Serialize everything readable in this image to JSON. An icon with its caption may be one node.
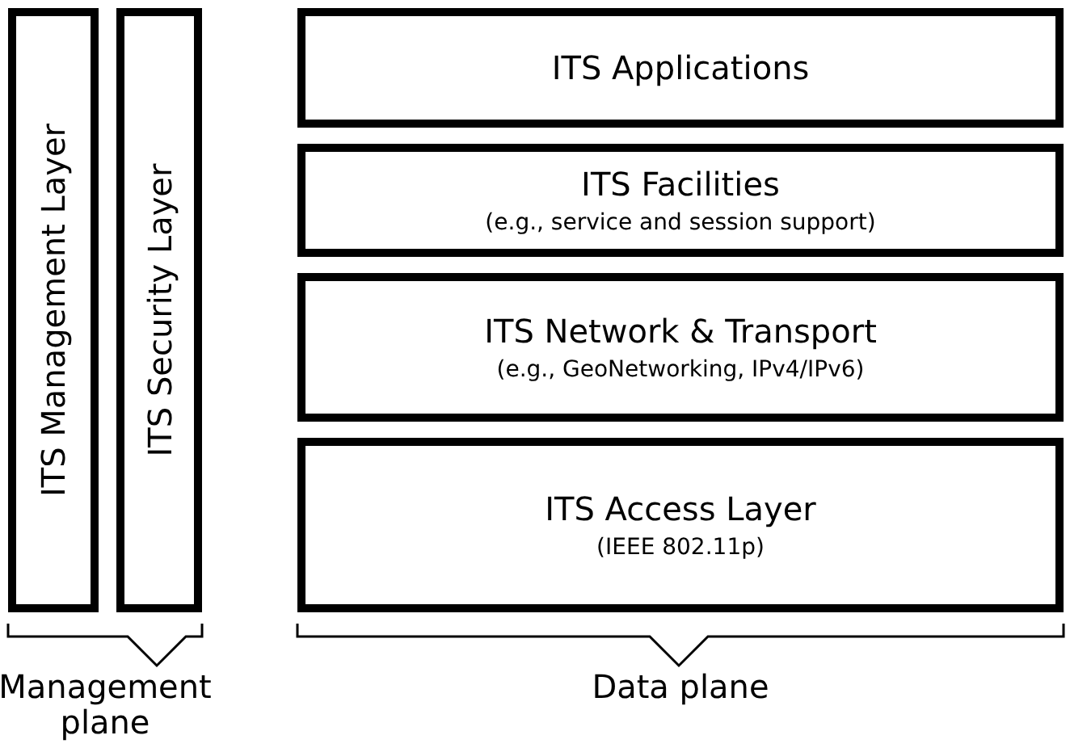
{
  "diagram": {
    "nodes": [
      {
        "text": [
          "ITS Management Layer"
        ]
      },
      {
        "text": [
          "ITS Security Layer"
        ]
      },
      {
        "text": [
          "ITS Applications"
        ]
      },
      {
        "text": [
          "ITS Facilities",
          "(e.g., service and session support)"
        ]
      },
      {
        "text": [
          "ITS Network & Transport",
          "(e.g., GeoNetworking, IPv4/IPv6)"
        ]
      },
      {
        "text": [
          "ITS Access Layer",
          "(IEEE 802.11p)"
        ]
      }
    ],
    "labels": [
      "Management plane",
      "Data plane"
    ]
  }
}
